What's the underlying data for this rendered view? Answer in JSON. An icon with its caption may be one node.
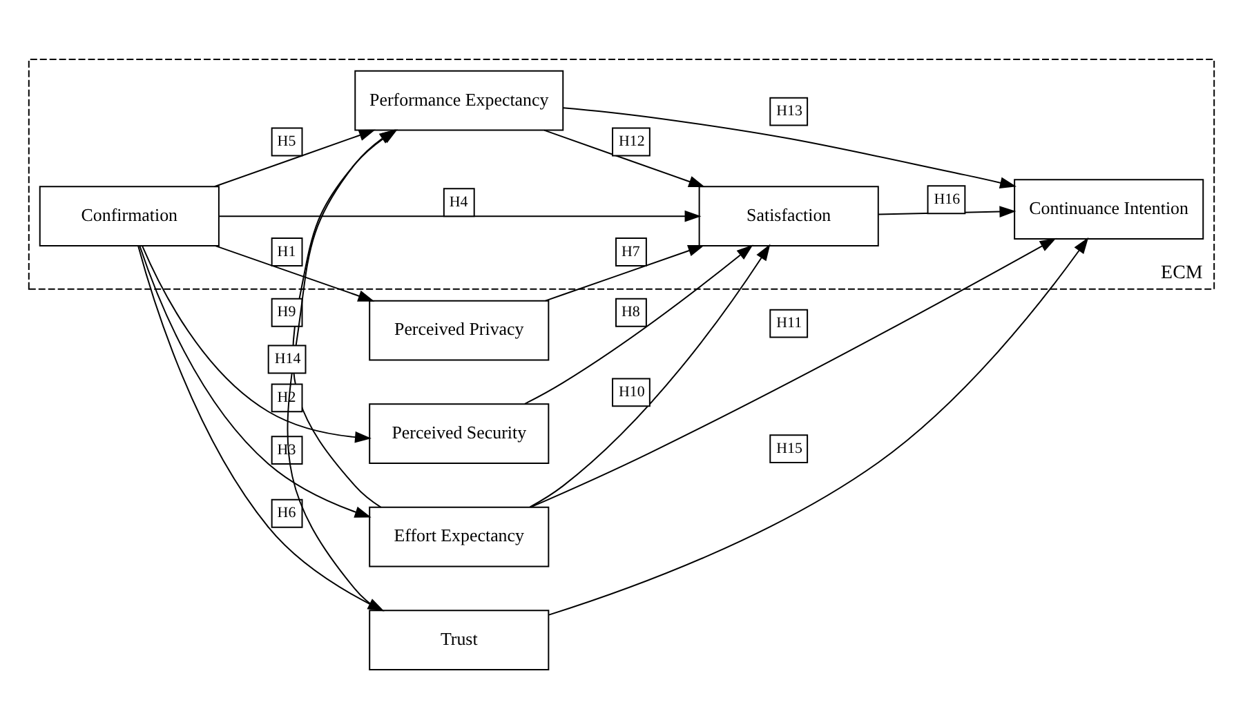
{
  "diagram": {
    "nodes": [
      {
        "text": [
          "ECM"
        ]
      },
      {
        "text": [
          "Perceived Privacy"
        ]
      },
      {
        "text": [
          "Perceived Security"
        ]
      },
      {
        "text": [
          "Effort Expectancy"
        ]
      },
      {
        "text": [
          "Confirmation"
        ],
        "in": 0
      },
      {
        "text": [
          "Satisfaction"
        ],
        "in": 0
      },
      {
        "text": [
          "Continuance Intention"
        ],
        "in": 0
      },
      {
        "text": [
          "Performance Expectancy"
        ],
        "in": 0
      },
      {
        "text": [
          "Trust"
        ]
      }
    ],
    "edges": [
      {
        "from": 4,
        "to": 1,
        "arrow": "to",
        "label": "H1"
      },
      {
        "from": 4,
        "to": 2,
        "arrow": "to",
        "label": "H2"
      },
      {
        "from": 4,
        "to": 3,
        "arrow": "to",
        "label": "H3"
      },
      {
        "from": 4,
        "to": 5,
        "arrow": "to",
        "label": "H4"
      },
      {
        "from": 4,
        "to": 7,
        "arrow": "to",
        "label": "H5"
      },
      {
        "from": 4,
        "to": 8,
        "arrow": "to",
        "label": "H6"
      },
      {
        "from": 1,
        "to": 5,
        "arrow": "to",
        "label": "H7"
      },
      {
        "from": 2,
        "to": 5,
        "arrow": "to",
        "label": "H8"
      },
      {
        "from": 3,
        "to": 7,
        "arrow": "to",
        "label": "H9"
      },
      {
        "from": 3,
        "to": 5,
        "arrow": "to",
        "label": "H10"
      },
      {
        "from": 3,
        "to": 6,
        "arrow": "to",
        "label": "H11"
      },
      {
        "from": 7,
        "to": 5,
        "arrow": "to",
        "label": "H12"
      },
      {
        "from": 7,
        "to": 6,
        "arrow": "to",
        "label": "H13"
      },
      {
        "from": 8,
        "to": 7,
        "arrow": "to",
        "label": "H14"
      },
      {
        "from": 8,
        "to": 6,
        "arrow": "to",
        "label": "H15"
      },
      {
        "from": 5,
        "to": 6,
        "arrow": "to",
        "label": "H16"
      }
    ]
  }
}
